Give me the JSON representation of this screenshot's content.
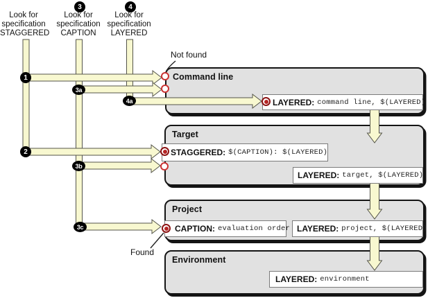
{
  "lookups": [
    {
      "lines": [
        "Look for",
        "specification",
        "STAGGERED"
      ]
    },
    {
      "badge": "3",
      "lines": [
        "Look for",
        "specification",
        "CAPTION"
      ]
    },
    {
      "badge": "4",
      "lines": [
        "Look for",
        "specification",
        "LAYERED"
      ]
    }
  ],
  "badges": {
    "n1": "1",
    "n2": "2",
    "n3a": "3a",
    "n3b": "3b",
    "n3c": "3c",
    "n4a": "4a"
  },
  "annotations": {
    "not_found": "Not found",
    "found": "Found"
  },
  "scopes": [
    {
      "title": "Command line",
      "specs": [
        {
          "label": "LAYERED:",
          "value": "command line, $(LAYERED)",
          "marker": "found"
        }
      ]
    },
    {
      "title": "Target",
      "specs": [
        {
          "label": "STAGGERED:",
          "value": "$(CAPTION): $(LAYERED)",
          "marker": "found"
        },
        {
          "label": "LAYERED:",
          "value": "target, $(LAYERED)",
          "marker": "none"
        }
      ]
    },
    {
      "title": "Project",
      "specs": [
        {
          "label": "CAPTION:",
          "value": "evaluation order",
          "marker": "found"
        },
        {
          "label": "LAYERED:",
          "value": "project, $(LAYERED)",
          "marker": "none"
        }
      ]
    },
    {
      "title": "Environment",
      "specs": [
        {
          "label": "LAYERED:",
          "value": "environment",
          "marker": "none"
        }
      ]
    }
  ],
  "colors": {
    "arrow_fill": "#f8f8d0",
    "arrow_outline": "#54544a",
    "scope_fill": "#e1e1e1",
    "scope_border": "#141414",
    "spec_border": "#7a7a7a",
    "marker_found_ring": "#8c1212",
    "marker_found_dot": "#b52525",
    "marker_notfound": "#cb3333",
    "badge_bg": "#000000"
  }
}
